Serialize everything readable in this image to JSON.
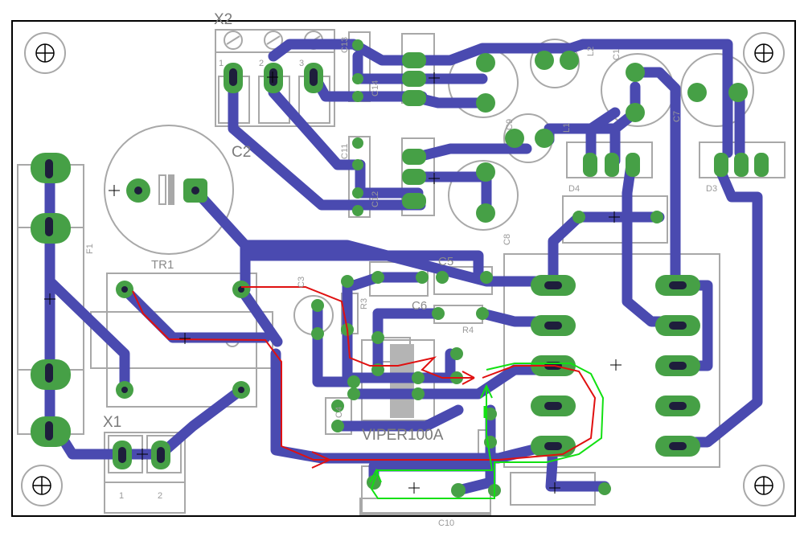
{
  "board": {
    "colors": {
      "outline": "#000000",
      "silkscreen": "#a8a8a8",
      "trace": "#4a4ab0",
      "pad": "#46a046",
      "drill": "#1e1e3c",
      "red_path": "#e01010",
      "green_path": "#12e012"
    }
  },
  "labels": {
    "x2": "X2",
    "x2_pin1": "1",
    "x2_pin2": "2",
    "x2_pin3": "3",
    "c2": "C2",
    "tr1": "TR1",
    "f1": "F1",
    "x1": "X1",
    "x1_pin1": "1",
    "x1_pin2": "2",
    "c5": "C5",
    "c6": "C6",
    "r3": "R3",
    "r4": "R4",
    "c3": "C3",
    "c4": "C4",
    "viper": "VIPER100A",
    "c10": "C10",
    "c8": "C8",
    "c7": "C7",
    "c9": "C9",
    "c1": "C1",
    "d3": "D3",
    "d4": "D4",
    "l1": "L1",
    "l2": "L2",
    "c11": "C11",
    "c12": "C12",
    "c13": "C13",
    "c14": "C14"
  }
}
